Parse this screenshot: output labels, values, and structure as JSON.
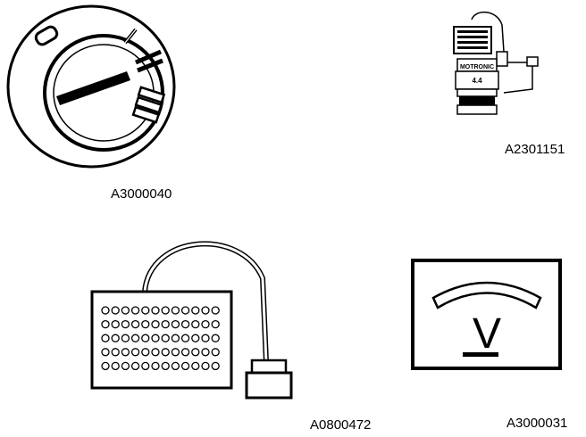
{
  "figures": [
    {
      "id": "ignition-switch",
      "caption": "A3000040"
    },
    {
      "id": "motronic-tester",
      "caption": "A2301151",
      "ecu_label_line1": "MOTRONIC",
      "ecu_label_line2": "4.4"
    },
    {
      "id": "breakout-box",
      "caption": "A0800472"
    },
    {
      "id": "voltmeter",
      "caption": "A3000031",
      "meter_symbol": "V"
    }
  ]
}
